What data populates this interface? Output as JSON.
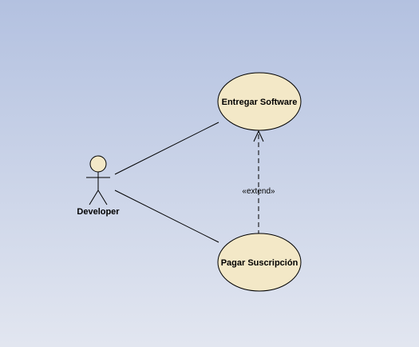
{
  "diagram": {
    "actor": {
      "name": "Developer"
    },
    "use_cases": [
      {
        "label": "Entregar Software"
      },
      {
        "label": "Pagar Suscripción"
      }
    ],
    "relationships": [
      {
        "type": "association",
        "from": "Developer",
        "to": "Entregar Software"
      },
      {
        "type": "association",
        "from": "Developer",
        "to": "Pagar Suscripción"
      },
      {
        "type": "extend",
        "from": "Pagar Suscripción",
        "to": "Entregar Software",
        "label": "«extend»"
      }
    ]
  },
  "colors": {
    "background_top": "#b3c1e0",
    "background_bottom": "#e2e6f0",
    "use_case_fill": "#f3e8c7",
    "use_case_stroke": "#000000",
    "actor_head_fill": "#f3e8c7",
    "line": "#000000"
  }
}
